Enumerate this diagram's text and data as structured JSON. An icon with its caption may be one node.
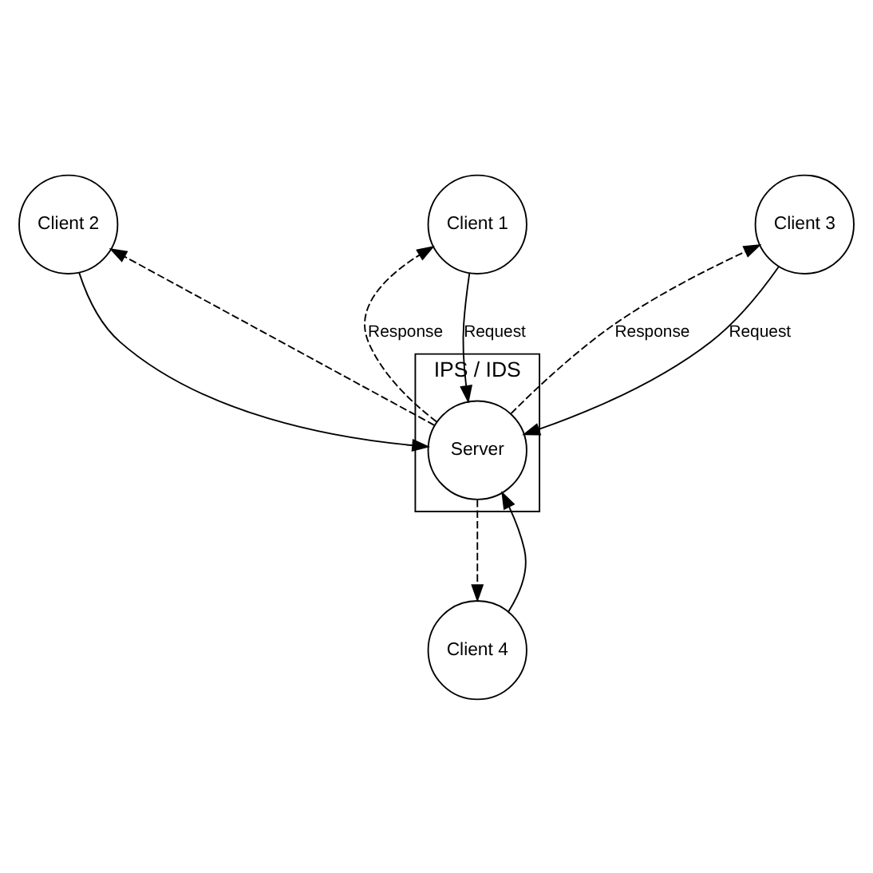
{
  "diagram": {
    "nodes": [
      {
        "text": [
          "Client 2"
        ]
      },
      {
        "text": [
          "IPS / IDS"
        ]
      },
      {
        "text": [
          "Client 1"
        ]
      },
      {
        "text": [
          "Server"
        ],
        "in": 1
      },
      {
        "text": [
          "Client 3"
        ]
      },
      {
        "text": [
          "Client 4"
        ]
      }
    ],
    "edges": [
      {
        "from": 2,
        "to": 3,
        "arrow": "to",
        "label": "Request"
      },
      {
        "from": 3,
        "to": 2,
        "arrow": "to",
        "style": "dashed",
        "label": "Response"
      },
      {
        "from": 0,
        "to": 3,
        "arrow": "to"
      },
      {
        "from": 3,
        "to": 0,
        "arrow": "to",
        "style": "dashed"
      },
      {
        "from": 4,
        "to": 3,
        "arrow": "to",
        "label": "Request"
      },
      {
        "from": 3,
        "to": 4,
        "arrow": "to",
        "style": "dashed",
        "label": "Response"
      },
      {
        "from": 5,
        "to": 3,
        "arrow": "to"
      },
      {
        "from": 3,
        "to": 5,
        "arrow": "to",
        "style": "dashed"
      }
    ]
  }
}
